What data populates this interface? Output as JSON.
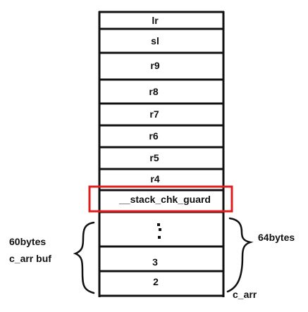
{
  "stack": {
    "slots": [
      {
        "label": "lr"
      },
      {
        "label": "sl"
      },
      {
        "label": "r9"
      },
      {
        "label": "r8"
      },
      {
        "label": "r7"
      },
      {
        "label": "r6"
      },
      {
        "label": "r5"
      },
      {
        "label": "r4"
      },
      {
        "label": "__stack_chk_guard"
      },
      {
        "label": ""
      },
      {
        "label": "3"
      },
      {
        "label": "2"
      }
    ]
  },
  "annotations": {
    "left_line1": "60bytes",
    "left_line2": "c_arr buf",
    "right_size": "64bytes",
    "bottom_name": "c_arr"
  },
  "colors": {
    "ink": "#111111",
    "highlight": "#e01b1b"
  }
}
